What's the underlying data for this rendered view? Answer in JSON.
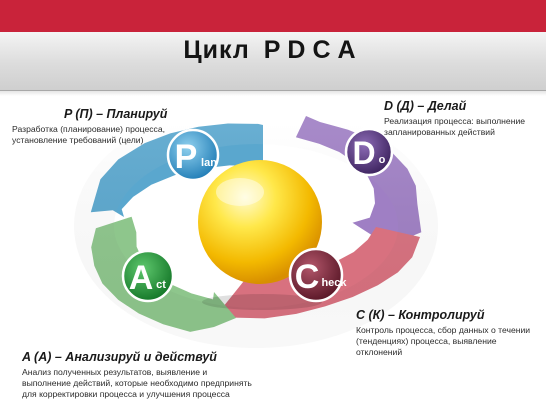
{
  "header": {
    "title_word": "Цикл",
    "title_letters": "PDCA"
  },
  "phases": {
    "plan": {
      "heading": "P (П) – Планируй",
      "desc_line1": "Разработка (планирование) процесса,",
      "desc_line2": "установление требований (цели)",
      "badge_letter": "P",
      "badge_suffix": "lan",
      "color": "#5aa7ce"
    },
    "do": {
      "heading": "D (Д) – Делай",
      "desc_line1": "Реализация процесса: выполнение",
      "desc_line2": "запланированных действий",
      "badge_letter": "D",
      "badge_suffix": "o",
      "color": "#9b78c0"
    },
    "check": {
      "heading": "C (К) – Контролируй",
      "desc_line1": "Контроль процесса, сбор данных о течении",
      "desc_line2": "(тенденциях) процесса, выявление",
      "desc_line3": "отклонений",
      "badge_letter": "C",
      "badge_suffix": "heck",
      "color": "#d8717f"
    },
    "act": {
      "heading": "A (A) – Анализируй и действуй",
      "desc_line1": "Анализ полученных результатов, выявление и",
      "desc_line2": "выполнение действий, которые необходимо предпринять",
      "desc_line3": "для корректировки процесса и улучшения  процесса",
      "badge_letter": "A",
      "badge_suffix": "ct",
      "color": "#8dc48b"
    }
  },
  "colors": {
    "top_bar": "#c9233a",
    "sphere": "#f5c400"
  }
}
